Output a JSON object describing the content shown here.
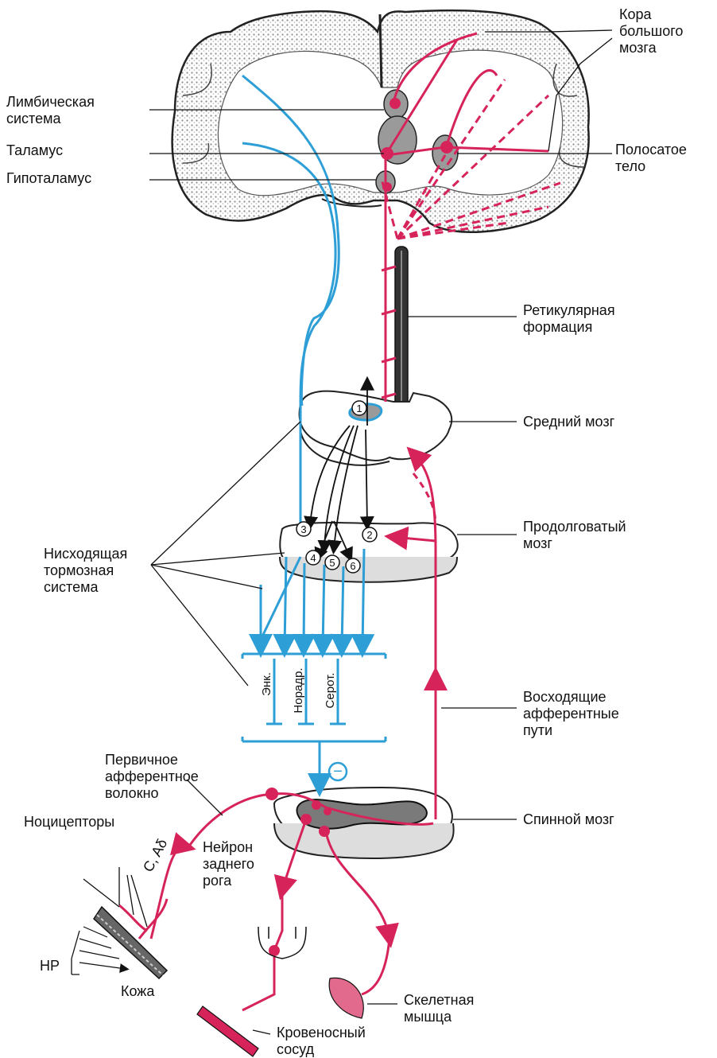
{
  "labels": {
    "cortex": [
      "Кора",
      "большого",
      "мозга"
    ],
    "limbic": [
      "Лимбическая",
      "система"
    ],
    "thalamus": "Таламус",
    "hypothalamus": "Гипоталамус",
    "striatum": [
      "Полосатое",
      "тело"
    ],
    "reticular": [
      "Ретикулярная",
      "формация"
    ],
    "midbrain": "Средний мозг",
    "medulla": [
      "Продолговатый",
      "мозг"
    ],
    "descending": [
      "Нисходящая",
      "тормозная",
      "система"
    ],
    "ascending": [
      "Восходящие",
      "афферентные",
      "пути"
    ],
    "primary": [
      "Первичное",
      "афферентное",
      "волокно"
    ],
    "spinal": "Спинной мозг",
    "nociceptors": "Ноцицепторы",
    "dorsal_horn": [
      "Нейрон",
      "заднего",
      "рога"
    ],
    "fibers": "C, Aδ",
    "np": "НР",
    "skin": "Кожа",
    "skeletal": [
      "Скелетная",
      "мышца"
    ],
    "vessel": [
      "Кровеносный",
      "сосуд"
    ]
  },
  "nuclei": [
    "1",
    "2",
    "3",
    "4",
    "5",
    "6"
  ],
  "transmitters": [
    "Энк.",
    "Норадр.",
    "Серот."
  ],
  "inhibition_sign": "−",
  "colors": {
    "ascending": "#d6245a",
    "descending": "#2e9fd6",
    "grey": "#9a9a9a",
    "ink": "#111111"
  }
}
